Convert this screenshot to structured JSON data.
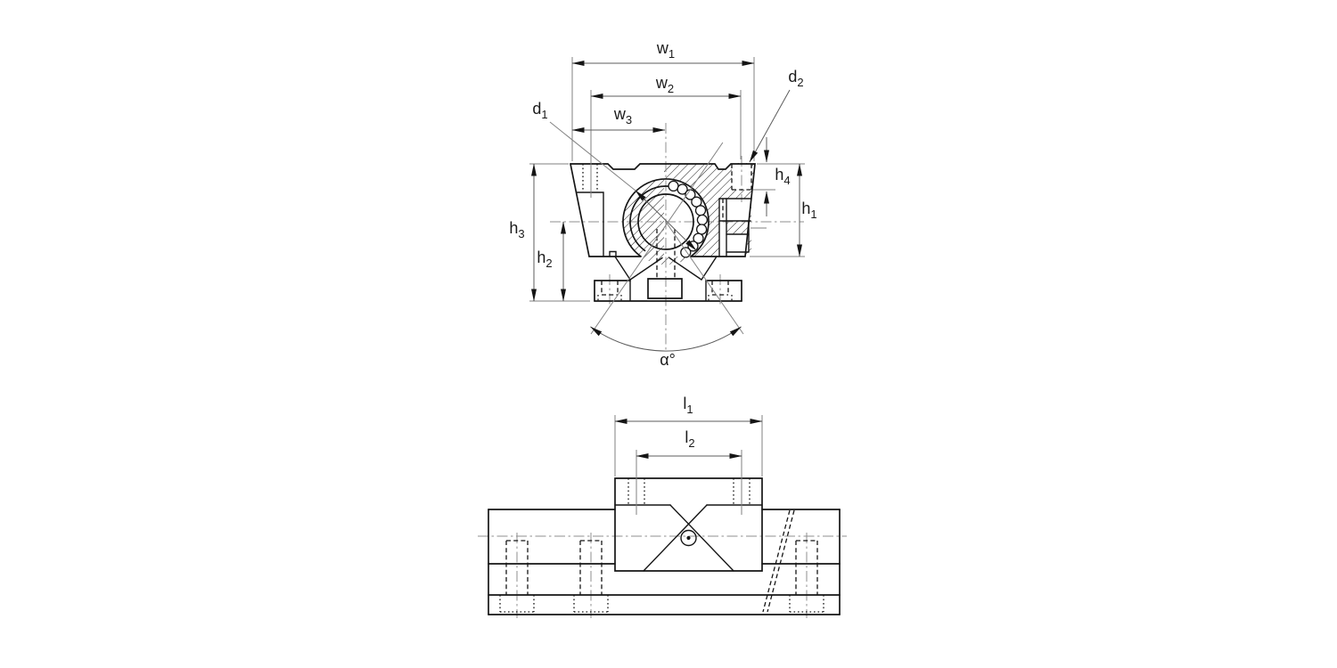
{
  "drawing": {
    "kind": "technical dimensional drawing, linear bearing pillow block on shaft support rail",
    "colors": {
      "background": "#ffffff",
      "outline": "#161616",
      "dimension_line": "#5c5c5c",
      "centerline": "#8f8f8f",
      "hatch_line": "#1c1c1c"
    },
    "views": [
      {
        "id": "front-section-view"
      },
      {
        "id": "side-view"
      }
    ],
    "labels": {
      "w1": {
        "base": "w",
        "sub": "1"
      },
      "w2": {
        "base": "w",
        "sub": "2"
      },
      "w3": {
        "base": "w",
        "sub": "3"
      },
      "d1": {
        "base": "d",
        "sub": "1"
      },
      "d2": {
        "base": "d",
        "sub": "2"
      },
      "h1": {
        "base": "h",
        "sub": "1"
      },
      "h2": {
        "base": "h",
        "sub": "2"
      },
      "h3": {
        "base": "h",
        "sub": "3"
      },
      "h4": {
        "base": "h",
        "sub": "4"
      },
      "alpha": {
        "base": "α°",
        "sub": ""
      },
      "l1": {
        "base": "l",
        "sub": "1"
      },
      "l2": {
        "base": "l",
        "sub": "2"
      }
    }
  }
}
